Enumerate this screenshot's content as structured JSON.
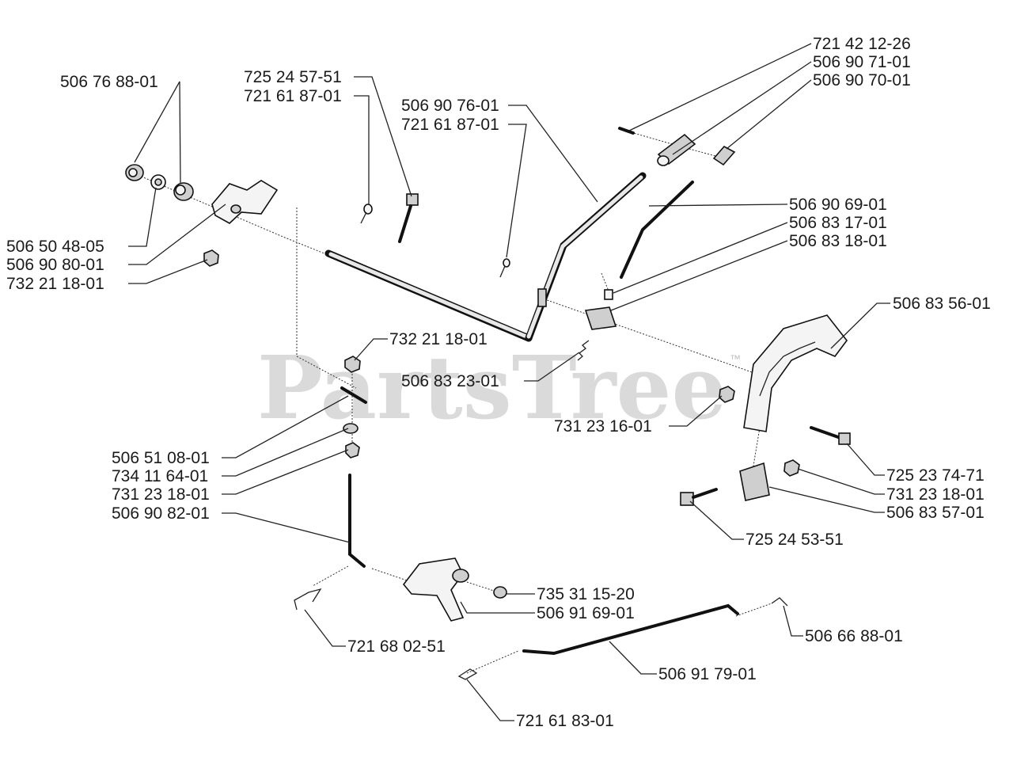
{
  "watermark": {
    "text": "PartsTree",
    "trademark": "™"
  },
  "parts": [
    "721 42 12-26",
    "506 90 71-01",
    "506 90 70-01",
    "506 76 88-01",
    "725 24 57-51",
    "721 61 87-01",
    "506 90 76-01",
    "721 61 87-01",
    "506 50 48-05",
    "506 90 80-01",
    "732 21 18-01",
    "506 90 69-01",
    "506 83 17-01",
    "506 83 18-01",
    "506 83 56-01",
    "732 21 18-01",
    "506 83 23-01",
    "731 23 16-01",
    "506 51 08-01",
    "734 11 64-01",
    "731 23 18-01",
    "506 90 82-01",
    "725 23 74-71",
    "731 23 18-01",
    "506 83 57-01",
    "725 24 53-51",
    "735 31 15-20",
    "506 91 69-01",
    "721 68 02-51",
    "506 66 88-01",
    "506 91 79-01",
    "721 61 83-01"
  ]
}
